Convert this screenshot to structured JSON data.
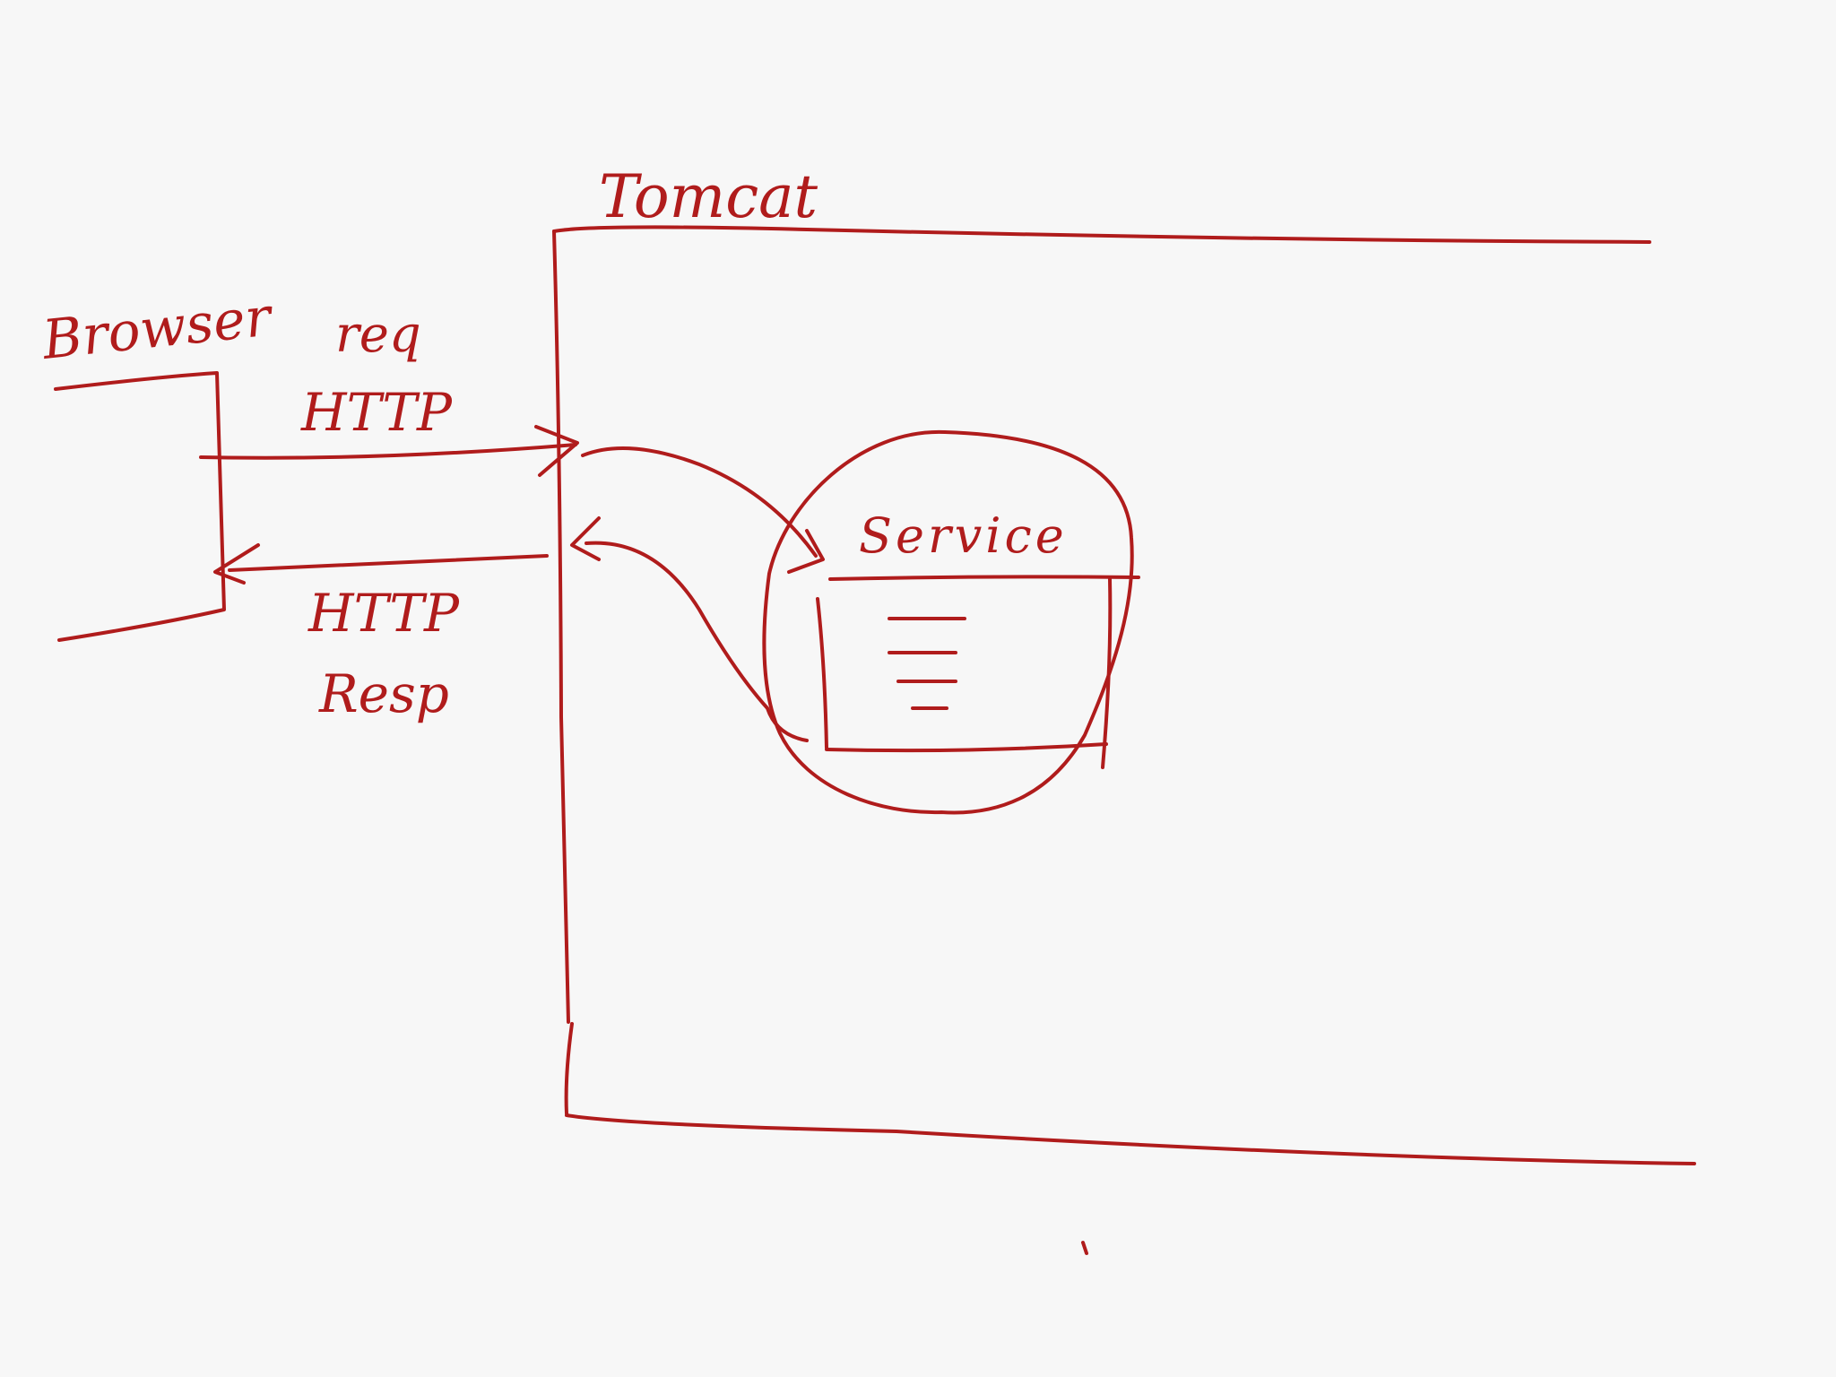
{
  "colors": {
    "ink": "#b01c1c",
    "paper": "#f7f7f7"
  },
  "diagram": {
    "container_label": "Tomcat",
    "client_label": "Browser",
    "request_label_line1": "req",
    "request_label_line2": "HTTP",
    "response_label_line1": "HTTP",
    "response_label_line2": "Resp",
    "service_label": "Service"
  }
}
